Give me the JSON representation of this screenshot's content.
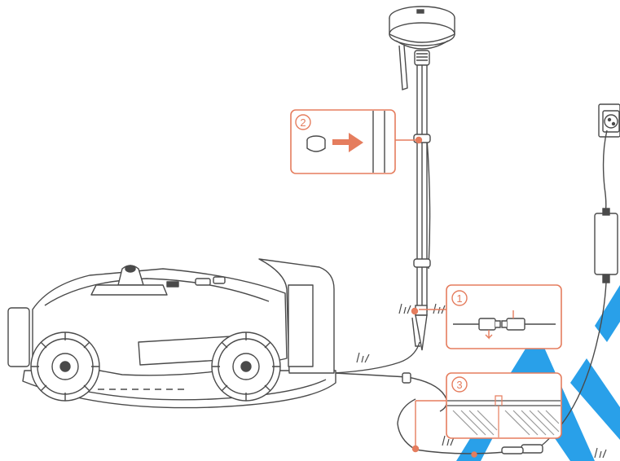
{
  "diagram": {
    "steps": [
      {
        "number": "1",
        "caption": "connector"
      },
      {
        "number": "2",
        "caption": "clip"
      },
      {
        "number": "3",
        "caption": "cable"
      }
    ],
    "colors": {
      "line": "#4a4a4a",
      "accent": "#e57d5e",
      "watermark": "#1e9be8"
    },
    "icons": [
      "rtk-antenna-icon",
      "mower-icon",
      "power-adapter-icon",
      "wall-outlet-icon",
      "cable-clip-icon",
      "arrow-right-icon"
    ]
  }
}
